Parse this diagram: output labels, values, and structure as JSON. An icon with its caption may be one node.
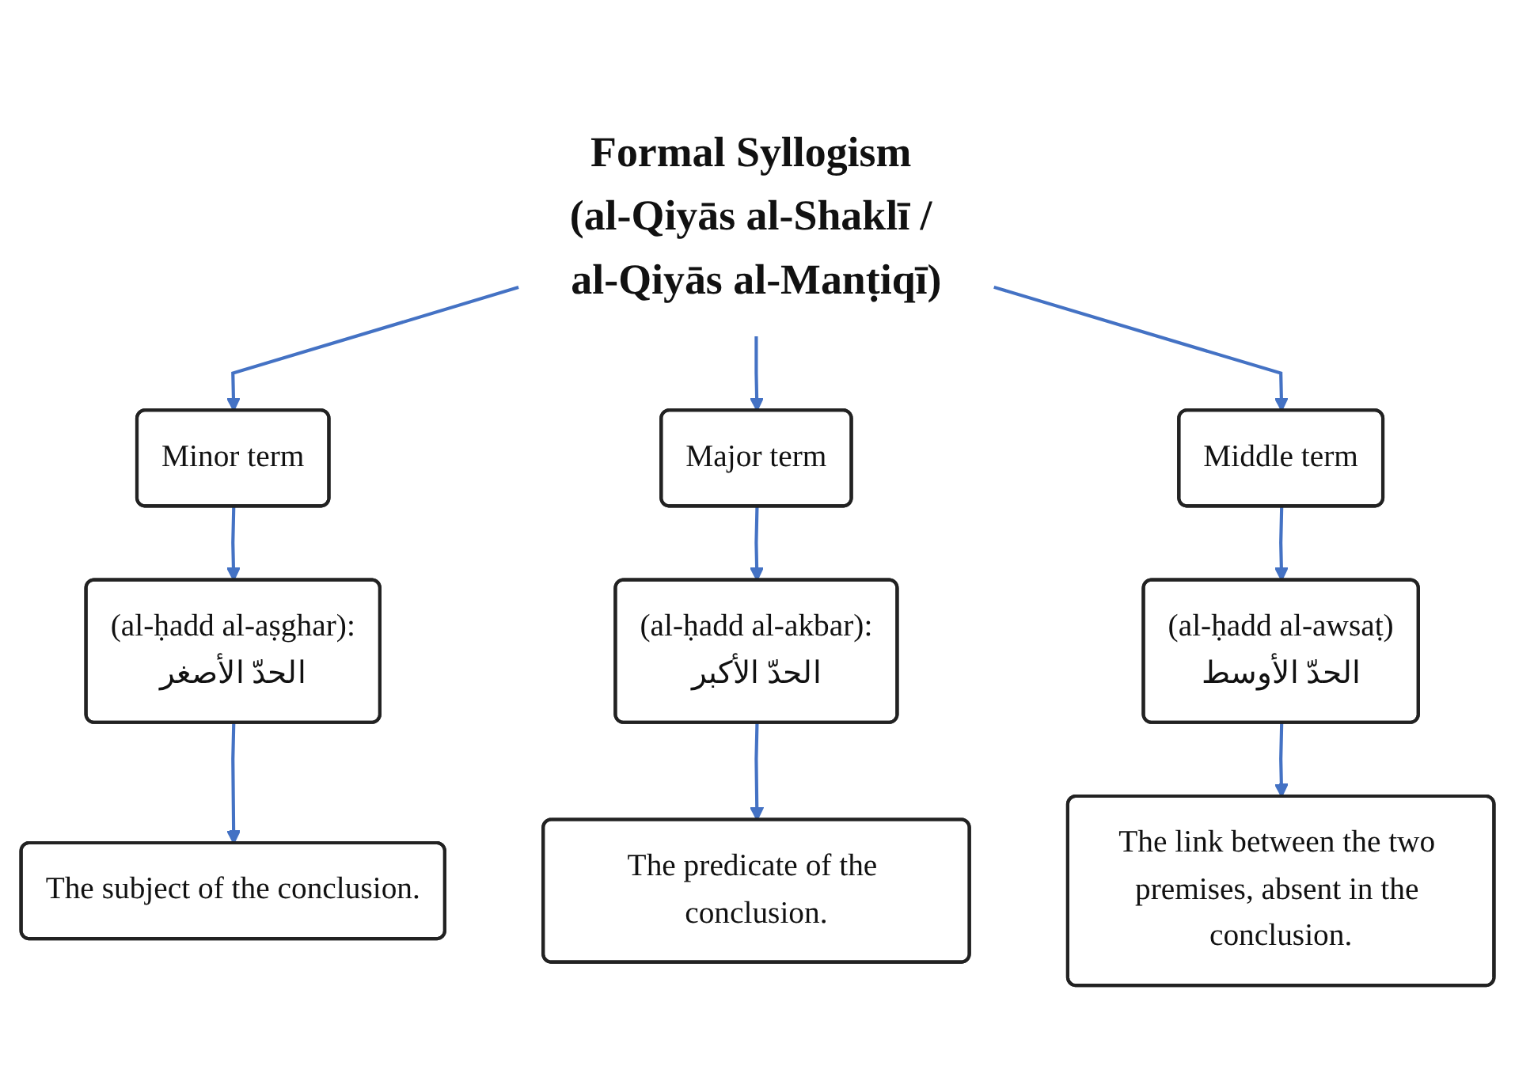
{
  "diagram": {
    "nodes": [
      {
        "text": [
          "Formal Syllogism (al-Qiyās al-Shaklī / al-Qiyās al-Manṭiqī)"
        ]
      },
      {
        "text": [
          "Minor term"
        ]
      },
      {
        "text": [
          "Major term"
        ]
      },
      {
        "text": [
          "Middle term"
        ]
      },
      {
        "text": [
          "(al-ḥadd al-aṣghar):",
          "الحدّ الأصغر"
        ]
      },
      {
        "text": [
          "(al-ḥadd al-akbar):",
          "الحدّ الأكبر"
        ]
      },
      {
        "text": [
          "(al-ḥadd al-awsaṭ)",
          "الحدّ الأوسط"
        ]
      },
      {
        "text": [
          "The subject of the conclusion."
        ]
      },
      {
        "text": [
          "The predicate of the conclusion."
        ]
      },
      {
        "text": [
          "The link between the two premises, absent in the conclusion."
        ]
      }
    ],
    "edges": [
      {
        "from": 0,
        "to": 1,
        "arrow": "to"
      },
      {
        "from": 0,
        "to": 2,
        "arrow": "to"
      },
      {
        "from": 0,
        "to": 3,
        "arrow": "to"
      },
      {
        "from": 1,
        "to": 4,
        "arrow": "to"
      },
      {
        "from": 2,
        "to": 5,
        "arrow": "to"
      },
      {
        "from": 3,
        "to": 6,
        "arrow": "to"
      },
      {
        "from": 4,
        "to": 7,
        "arrow": "to"
      },
      {
        "from": 5,
        "to": 8,
        "arrow": "to"
      },
      {
        "from": 6,
        "to": 9,
        "arrow": "to"
      }
    ]
  }
}
